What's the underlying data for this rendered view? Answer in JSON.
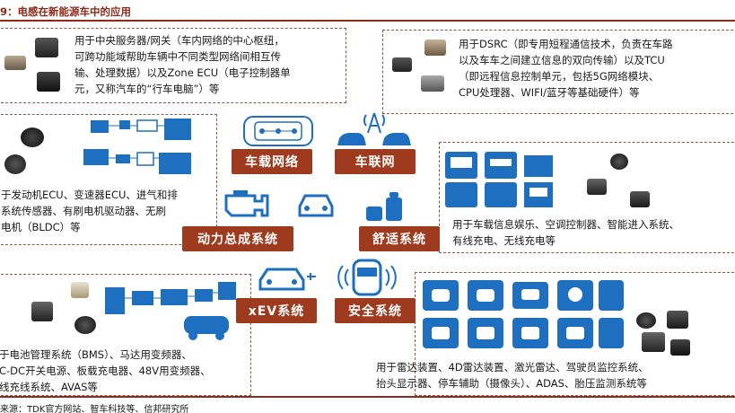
{
  "figure_title": "9：电感在新能源车中的应用",
  "source": "来源：TDK官方网站、智车科技等、信邦研究所",
  "hubs": {
    "vehicle_network": "车载网络",
    "connected_vehicle": "车联网",
    "powertrain": "动力总成系统",
    "comfort": "舒适系统",
    "xev": "xEV系统",
    "safety": "安全系统"
  },
  "panels": {
    "vehicle_network": {
      "lines": [
        "用于中央服务器/网关（车内网络的中心枢纽，",
        "可跨功能域帮助车辆中不同类型网络间相互传",
        "输、处理数据）以及Zone ECU（电子控制器单",
        "元，又称汽车的“行车电脑”）等"
      ]
    },
    "connected_vehicle": {
      "lines": [
        "用于DSRC（即专用短程通信技术，负责在车路",
        "以及车车之间建立信息的双向传输）以及TCU",
        "（即远程信息控制单元，包括5G网络模块、",
        "CPU处理器、WIFI/蓝牙等基础硬件）等"
      ]
    },
    "powertrain": {
      "lines": [
        "于发动机ECU、变速器ECU、进气和排",
        "系统传感器、有刷电机驱动器、无刷",
        "电机（BLDC）等"
      ]
    },
    "comfort": {
      "lines": [
        "用于车载信息娱乐、空调控制器、智能进入系统、",
        "有线充电、无线充电等"
      ]
    },
    "xev": {
      "lines": [
        "于电池管理系统（BMS）、马达用变频器、",
        "C-DC开关电源、板载充电器、48V用变频器、",
        "线充线系统、AVAS等"
      ]
    },
    "safety": {
      "lines": [
        "用于雷达装置、4D雷达装置、激光雷达、驾驶员监控系统、",
        "抬头显示器、停车辅助（摄像头）、ADAS、胎压监测系统等"
      ]
    }
  },
  "colors": {
    "title": "#8e2b1c",
    "hub": "#9e3a1e",
    "icon_blue": "#1f6fc0",
    "panel_border": "#8a5a4a"
  }
}
